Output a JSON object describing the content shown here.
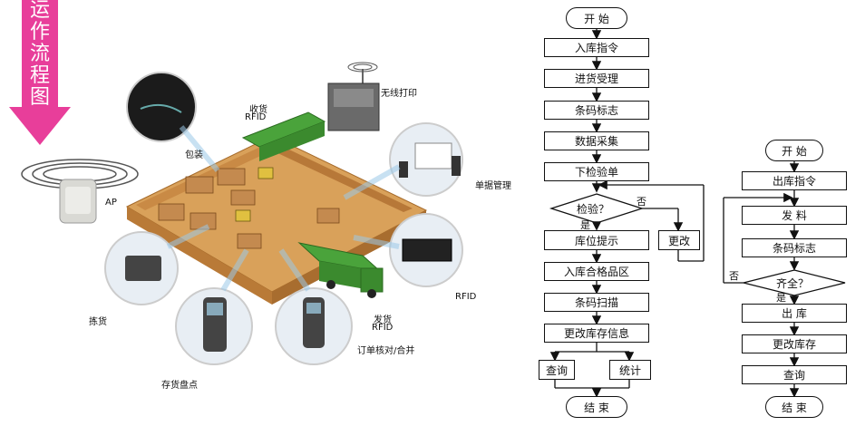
{
  "title": "运作流程图",
  "title_chars": [
    "运",
    "作",
    "流",
    "程",
    "图"
  ],
  "illustration": {
    "labels": {
      "wireless_print": "无线打印",
      "receiving": "收货",
      "receiving_rfid": "RFID",
      "packing": "包装",
      "ap": "AP",
      "document_mgmt": "单据管理",
      "rfid": "RFID",
      "picking": "拣货",
      "shipping": "发货",
      "shipping_rfid": "RFID",
      "order_check": "订单核对/合并",
      "inventory": "存货盘点"
    },
    "colors": {
      "arrow": "#e83e9a",
      "floor": "#d9a15a",
      "truck": "#4aa33b"
    }
  },
  "inbound_flow": {
    "start": "开 始",
    "steps": [
      "入库指令",
      "进货受理",
      "条码标志",
      "数据采集",
      "下检验单"
    ],
    "decision": "检验？",
    "yes": "是",
    "no": "否",
    "storage_hint": "库位提示",
    "modify": "更改",
    "after": [
      "入库合格品区",
      "条码扫描",
      "更改库存信息"
    ],
    "query": "查询",
    "stats": "统计",
    "end": "结 束"
  },
  "outbound_flow": {
    "start": "开 始",
    "steps": [
      "出库指令",
      "发  料",
      "条码标志"
    ],
    "decision": "齐全？",
    "yes": "是",
    "no": "否",
    "after": [
      "出  库",
      "更改库存",
      "查询"
    ],
    "end": "结 束"
  }
}
